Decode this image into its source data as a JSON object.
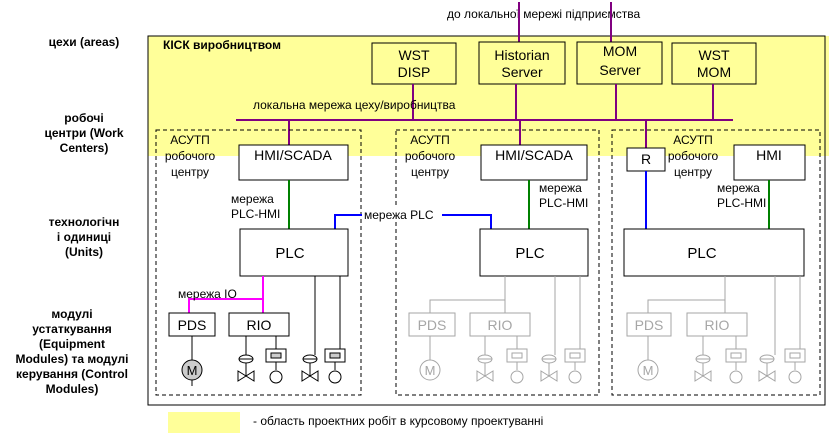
{
  "top_network": "до локальної мережі підприємства",
  "levels": {
    "areas": [
      "цехи (areas)"
    ],
    "work_centers": [
      "робочі",
      "центри (Work",
      "Centers)"
    ],
    "units": [
      "технологічн",
      "і одиниці",
      "(Units)"
    ],
    "modules": [
      "модулі",
      "устаткування",
      "(Equipment",
      "Modules) та модулі",
      "керування (Control",
      "Modules)"
    ]
  },
  "plant_title": "КІСК виробництвом",
  "servers": [
    {
      "lines": [
        "WST",
        "DISP"
      ]
    },
    {
      "lines": [
        "Historian",
        "Server"
      ]
    },
    {
      "lines": [
        "MOM",
        "Server"
      ]
    },
    {
      "lines": [
        "WST",
        "MOM"
      ]
    }
  ],
  "area_network": "локальна  мережа цеху/виробництва",
  "cell_label": [
    "АСУТП",
    "робочого",
    "центру"
  ],
  "hmi_scada": "HMI/SCADA",
  "hmi": "HMI",
  "router": "R",
  "plc_hmi_net": [
    "мережа",
    "PLC-HMI"
  ],
  "plc_net": "мережа PLC",
  "plc": "PLC",
  "io_net": "мережа IO",
  "pds": "PDS",
  "rio": "RIO",
  "motor": "M",
  "legend_text": "- область  проектних  робіт  в курсовому проектуванні",
  "colors": {
    "highlight": "#ffff99",
    "enterprise_net": "#800080",
    "area_net": "#800080",
    "plc_hmi_net": "#008000",
    "plc_net": "#0000ff",
    "io_net": "#ff00ff",
    "inactive": "#a6a6a6"
  }
}
